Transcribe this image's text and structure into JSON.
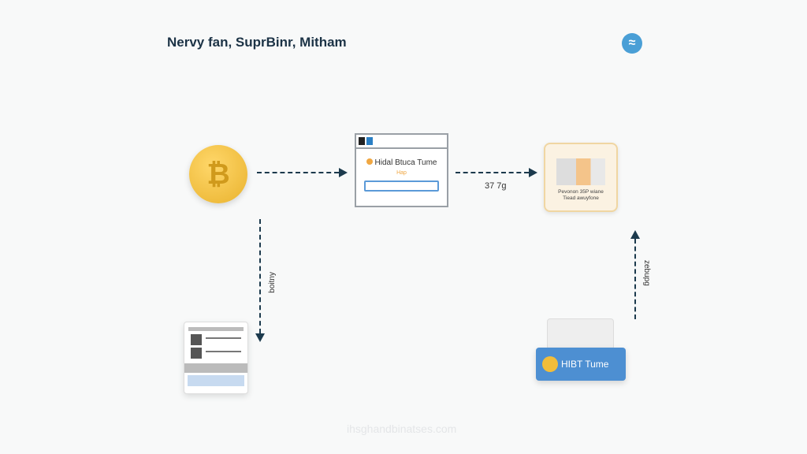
{
  "title": "Nervy fan, SuprBinr, Mitham",
  "logo": "≈",
  "coin_symbol": "₿",
  "window_card": {
    "title": "Hidal Btuca Tume",
    "subtitle": "Hap"
  },
  "arrow_label_right": "37 7g",
  "arrow_label_down": "boitny",
  "arrow_label_up": "zebupg",
  "document_card": {
    "line1": "Pevonon 35P wiane",
    "line2": "Tiead awuyfone"
  },
  "badge_label": "HIBT Tume",
  "watermark": "ihsghandbinatses.com"
}
